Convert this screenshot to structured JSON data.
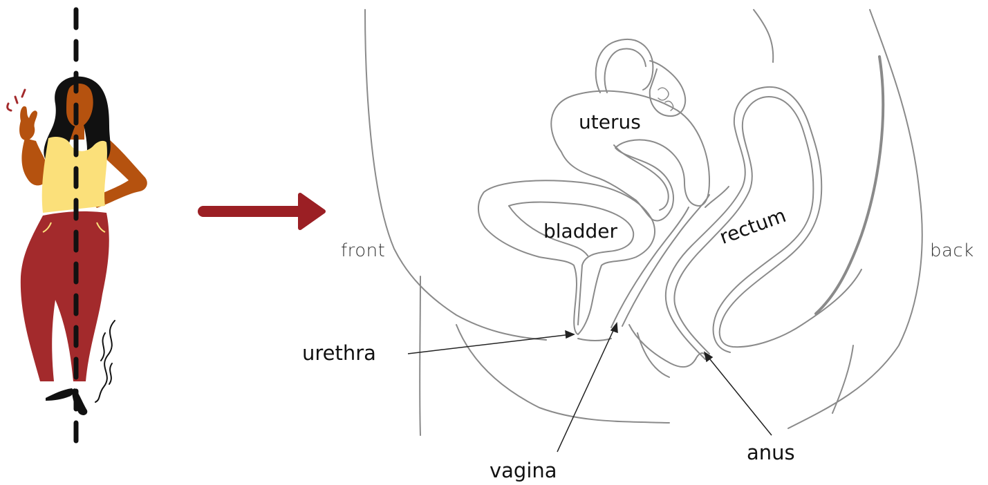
{
  "labels": {
    "front": "front",
    "back": "back",
    "uterus": "uterus",
    "bladder": "bladder",
    "rectum": "rectum",
    "urethra": "urethra",
    "vagina": "vagina",
    "anus": "anus"
  },
  "colors": {
    "arrow": "#9b1f24",
    "skin": "#b5520f",
    "hair": "#111111",
    "top": "#fbe07a",
    "pants": "#a32a2c",
    "outline": "#8a8a8a",
    "cut_line": "#111111"
  }
}
